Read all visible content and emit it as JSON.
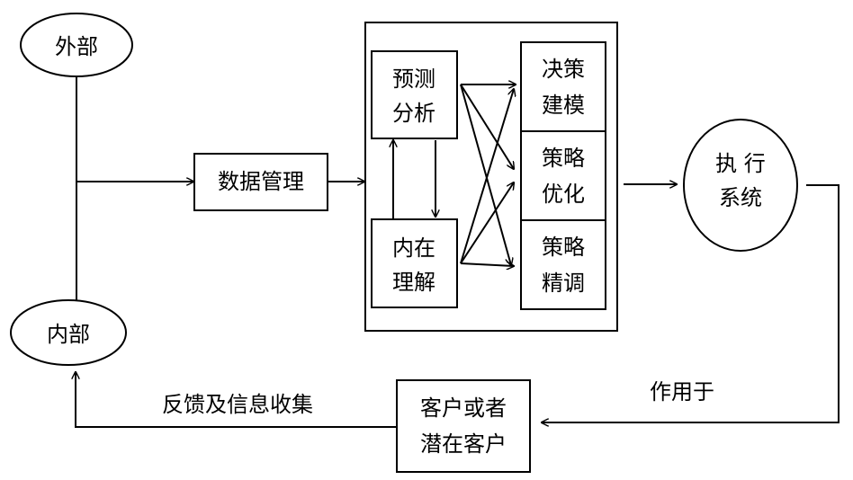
{
  "nodes": {
    "external": "外部",
    "internal": "内部",
    "data_management": "数据管理",
    "predictive_analysis": [
      "预测",
      "分析"
    ],
    "internal_understanding": [
      "内在",
      "理解"
    ],
    "decision_modeling": [
      "决策",
      "建模"
    ],
    "strategy_optimization": [
      "策略",
      "优化"
    ],
    "strategy_tuning": [
      "策略",
      "精调"
    ],
    "execution_system": [
      "执 行",
      "系统"
    ],
    "customers": [
      "客户或者",
      "潜在客户"
    ]
  },
  "labels": {
    "acts_on": "作用于",
    "feedback": "反馈及信息收集"
  },
  "colors": {
    "stroke": "#000000",
    "background": "#ffffff"
  }
}
